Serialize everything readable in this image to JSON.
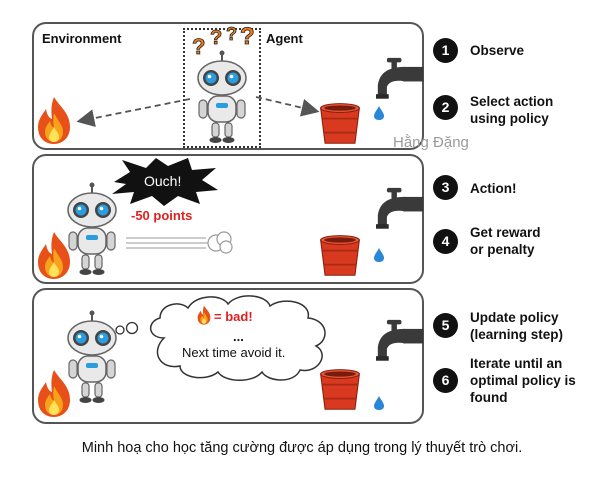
{
  "panel1": {
    "environment_label": "Environment",
    "agent_label": "Agent"
  },
  "panel2": {
    "ouch_text": "Ouch!",
    "penalty_text": "-50 points"
  },
  "panel3": {
    "thought_bad": "= bad!",
    "thought_dots": "...",
    "thought_line": "Next time avoid it."
  },
  "steps": [
    {
      "num": "1",
      "text": "Observe"
    },
    {
      "num": "2",
      "text": "Select action\nusing policy"
    },
    {
      "num": "3",
      "text": "Action!"
    },
    {
      "num": "4",
      "text": "Get reward\nor penalty"
    },
    {
      "num": "5",
      "text": "Update policy\n(learning step)"
    },
    {
      "num": "6",
      "text": "Iterate until an\noptimal policy is\nfound"
    }
  ],
  "watermark": "Hằng Đặng",
  "caption": "Minh hoạ cho học tăng cường được áp dụng trong lý thuyết trò chơi.",
  "colors": {
    "flame": "#e8501a",
    "bucket": "#d9391f",
    "robot_eye": "#2a9de0",
    "penalty": "#e02020"
  },
  "icons": [
    "fire-icon",
    "robot-icon",
    "faucet-icon",
    "bucket-icon",
    "water-drop-icon",
    "question-mark-icon",
    "explosion-icon",
    "thought-bubble-icon",
    "dust-cloud-icon"
  ]
}
